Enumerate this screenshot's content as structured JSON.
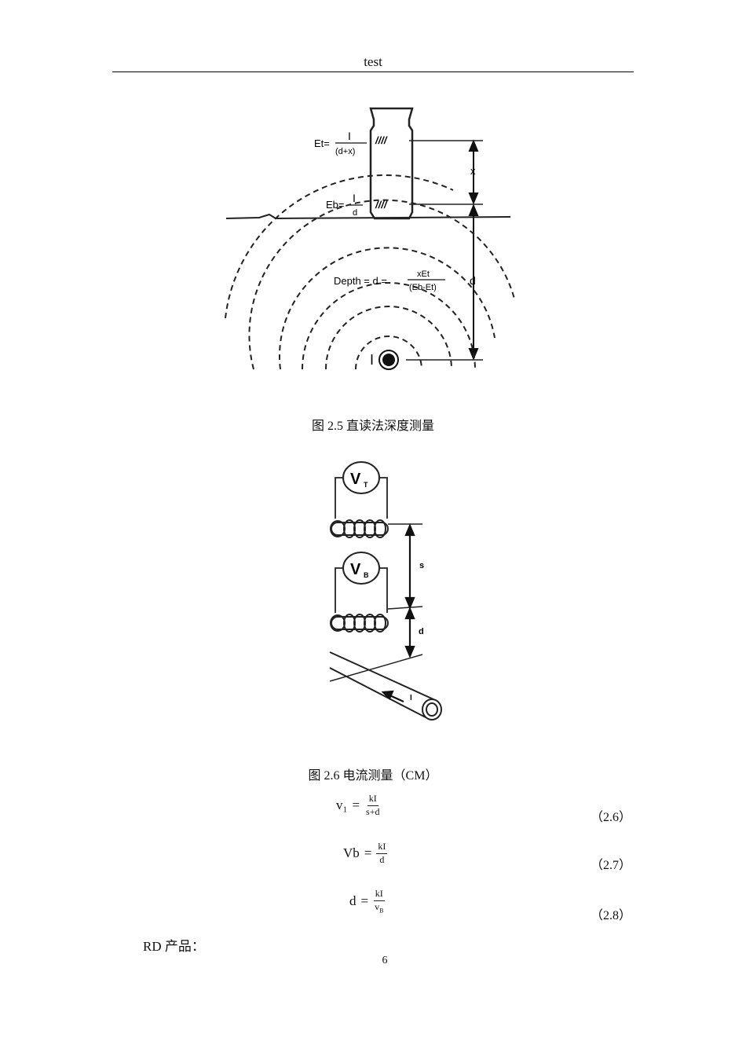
{
  "header": {
    "title": "test"
  },
  "figure1": {
    "caption": "图 2.5 直读法深度测量",
    "labels": {
      "et_lhs": "Et=",
      "et_num": "I",
      "et_den": "(d+x)",
      "eb_lhs": "Eb=",
      "eb_num": "I",
      "eb_den": "d",
      "depth_lhs": "Depth = d =",
      "depth_num": "xEt",
      "depth_den": "(Eb-Et)",
      "x": "x",
      "d": "d",
      "current": "I",
      "coil_marks": "////"
    }
  },
  "figure2": {
    "caption": "图 2.6 电流测量（CM）",
    "labels": {
      "vt": "V",
      "vt_sub": "T",
      "vb": "V",
      "vb_sub": "B",
      "s": "s",
      "d": "d",
      "current": "I"
    }
  },
  "equations": [
    {
      "lhs": "v₁",
      "eq": "=",
      "num": "kI",
      "den": "s+d",
      "number": "（2.6）"
    },
    {
      "lhs": "Vb",
      "eq": "=",
      "num": "kI",
      "den": "d",
      "number": "（2.7）"
    },
    {
      "lhs": "d",
      "eq": "=",
      "num": "kI",
      "den": "v_B",
      "number": "（2.8）"
    }
  ],
  "body": {
    "paragraph": "RD 产品："
  },
  "footer": {
    "page_number": "6"
  }
}
